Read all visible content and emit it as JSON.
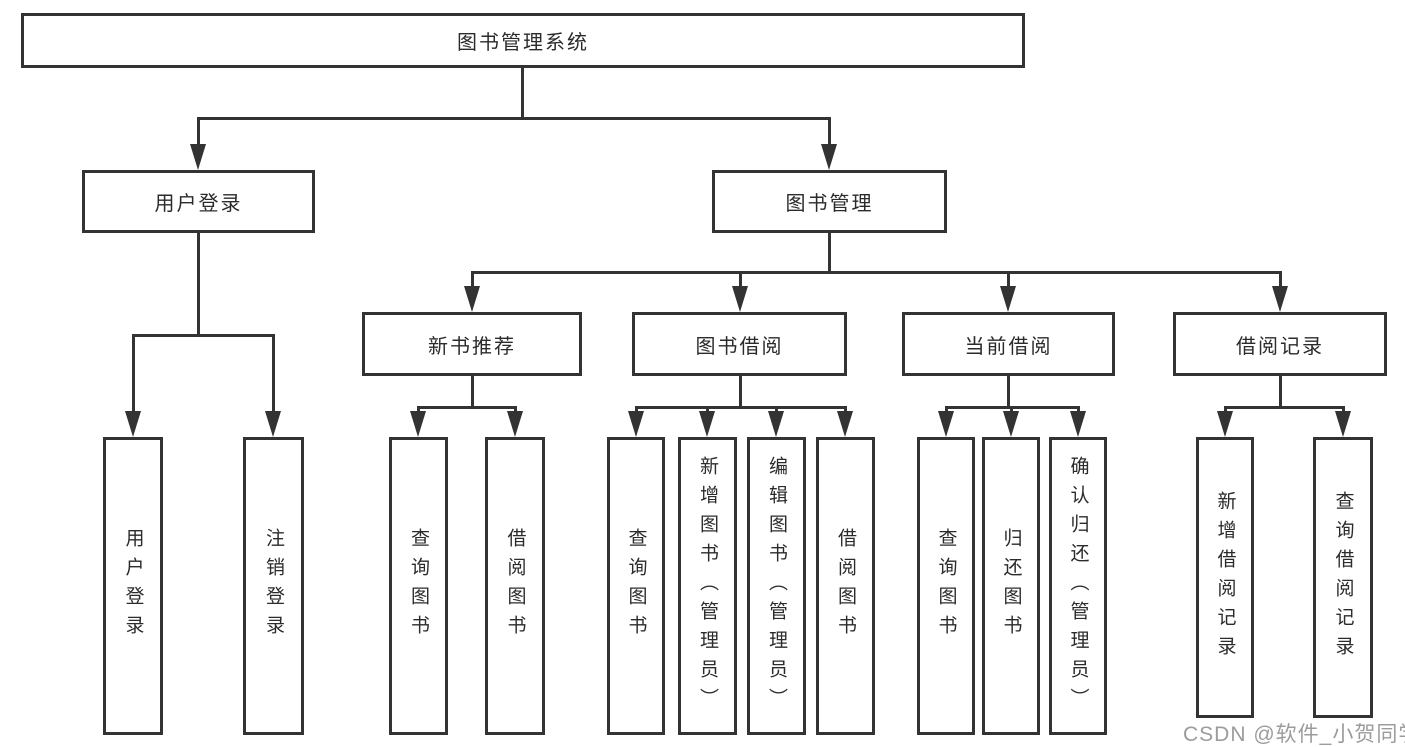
{
  "diagram": {
    "root": {
      "label": "图书管理系统"
    },
    "level2": [
      {
        "label": "用户登录"
      },
      {
        "label": "图书管理"
      }
    ],
    "level3": [
      {
        "label": "新书推荐",
        "parent": "图书管理"
      },
      {
        "label": "图书借阅",
        "parent": "图书管理"
      },
      {
        "label": "当前借阅",
        "parent": "图书管理"
      },
      {
        "label": "借阅记录",
        "parent": "图书管理"
      }
    ],
    "leaves": [
      {
        "label": "用户登录",
        "parent": "用户登录"
      },
      {
        "label": "注销登录",
        "parent": "用户登录"
      },
      {
        "label": "查询图书",
        "parent": "新书推荐"
      },
      {
        "label": "借阅图书",
        "parent": "新书推荐"
      },
      {
        "label": "查询图书",
        "parent": "图书借阅"
      },
      {
        "label": "新增图书（管理员）",
        "parent": "图书借阅"
      },
      {
        "label": "编辑图书（管理员）",
        "parent": "图书借阅"
      },
      {
        "label": "借阅图书",
        "parent": "图书借阅"
      },
      {
        "label": "查询图书",
        "parent": "当前借阅"
      },
      {
        "label": "归还图书",
        "parent": "当前借阅"
      },
      {
        "label": "确认归还（管理员）",
        "parent": "当前借阅"
      },
      {
        "label": "新增借阅记录",
        "parent": "借阅记录"
      },
      {
        "label": "查询借阅记录",
        "parent": "借阅记录"
      }
    ]
  },
  "watermark": "CSDN @软件_小贺同学",
  "colors": {
    "line": "#333333",
    "box_border": "#333333",
    "text": "#2b2b2b",
    "watermark": "#9c9c9c",
    "background": "#ffffff"
  }
}
